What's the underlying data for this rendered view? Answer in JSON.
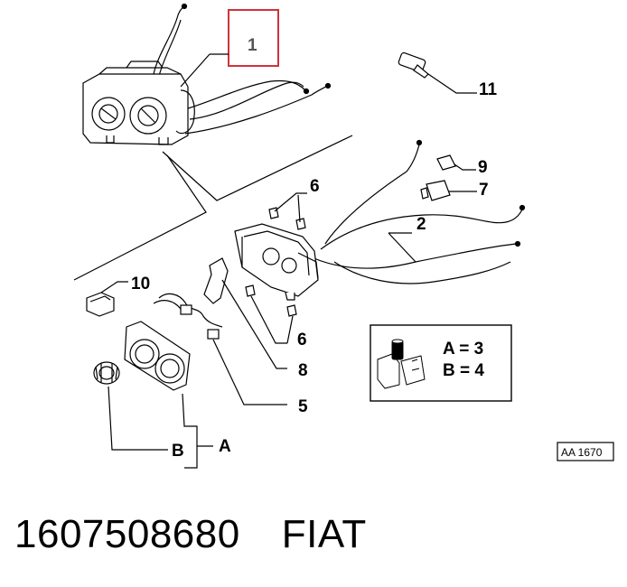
{
  "callouts": {
    "c1": "1",
    "c2": "2",
    "c5": "5",
    "c6a": "6",
    "c6b": "6",
    "c7": "7",
    "c8": "8",
    "c9": "9",
    "c10": "10",
    "c11": "11",
    "cA": "A",
    "cB": "B"
  },
  "legend": {
    "line_a": "A = 3",
    "line_b": "B = 4"
  },
  "ref_box": "AA 1670",
  "caption": {
    "part_number": "1607508680",
    "maker": "FIAT"
  },
  "colors": {
    "highlight": "#d0323c",
    "line": "#000000"
  }
}
